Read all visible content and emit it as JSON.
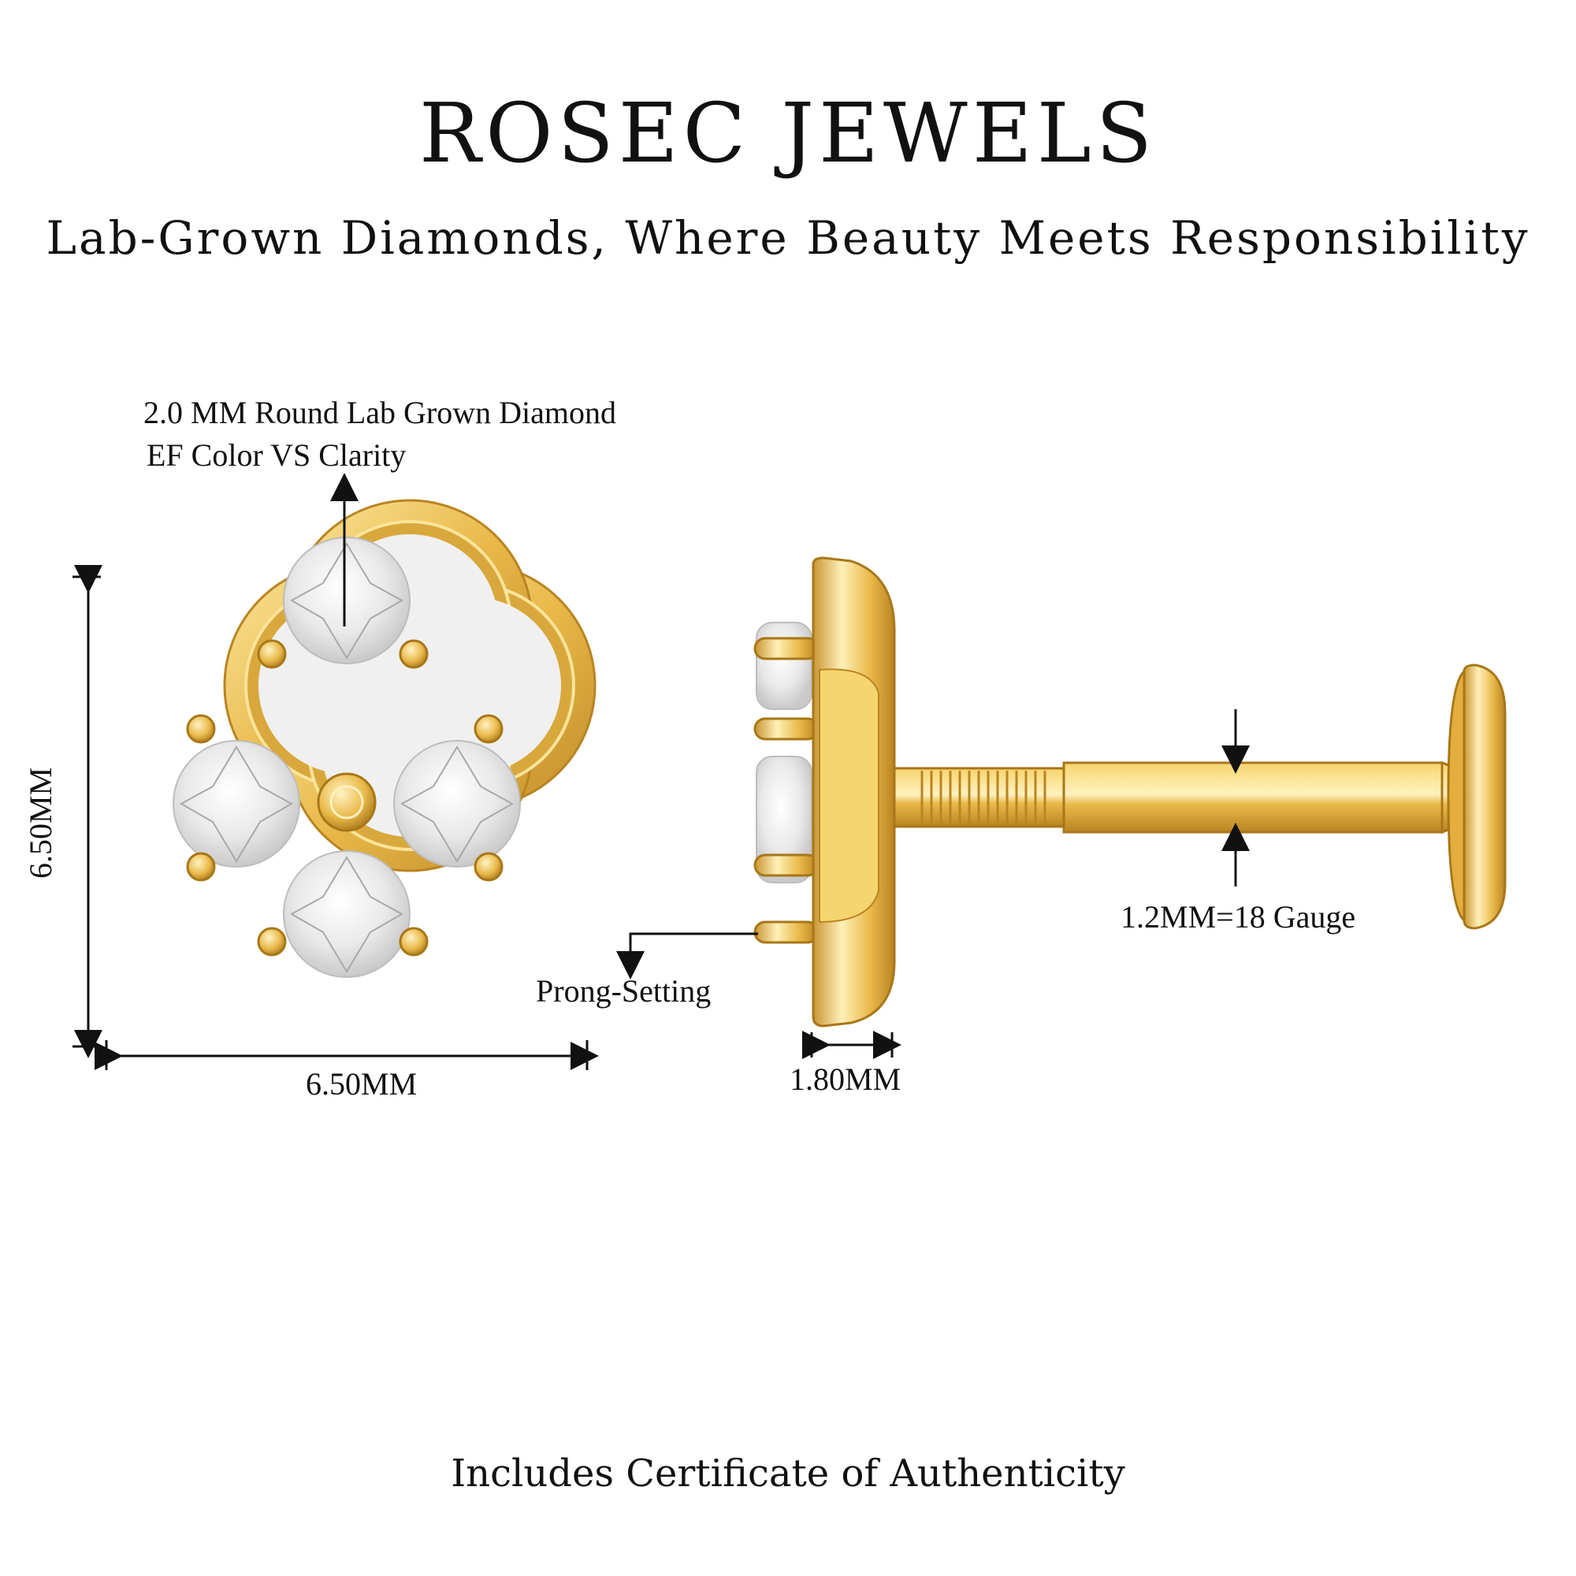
{
  "header": {
    "brand": "ROSEC JEWELS",
    "tagline": "Lab-Grown Diamonds, Where Beauty Meets Responsibility"
  },
  "annotations": {
    "stone_line1": "2.0 MM Round Lab Grown Diamond",
    "stone_line2": "EF Color VS Clarity",
    "height": "6.50MM",
    "width": "6.50MM",
    "prong": "Prong-Setting",
    "depth": "1.80MM",
    "gauge": "1.2MM=18 Gauge"
  },
  "footer": {
    "certificate": "Includes Certificate of Authenticity"
  },
  "colors": {
    "gold": "#E9B94A",
    "gold_light": "#FBE49A",
    "gold_dark": "#B98421",
    "diamond": "#EEEEEE",
    "ink": "#111111"
  }
}
